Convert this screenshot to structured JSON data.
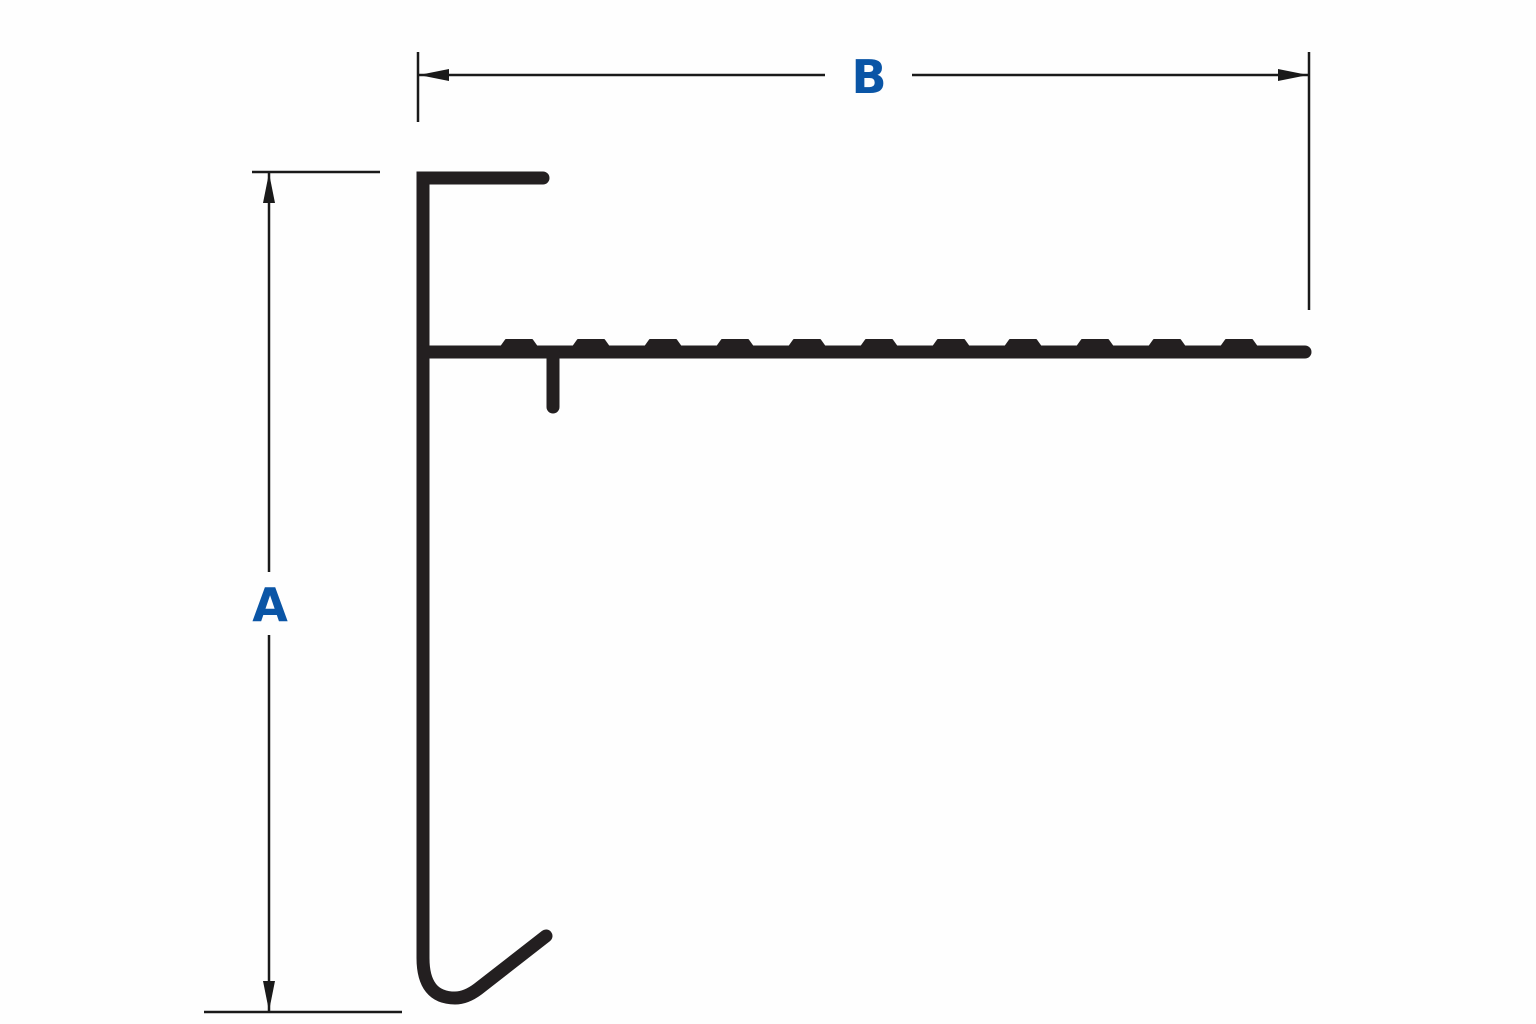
{
  "diagram": {
    "dimension_a_label": "A",
    "dimension_b_label": "B",
    "ridge_count": 11,
    "colors": {
      "profile": "#231f20",
      "label": "#0a55a6",
      "dimension_line": "#1a1a1a"
    }
  }
}
